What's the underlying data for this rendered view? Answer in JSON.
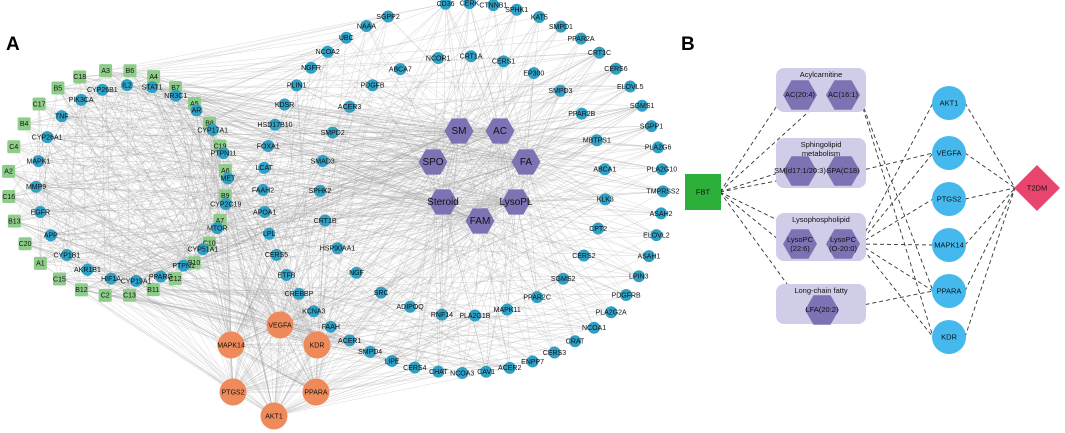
{
  "panel_a": {
    "label": "A",
    "left_cluster_genes": [
      "CYP26B1",
      "IL2",
      "STAT1",
      "NR3C1",
      "AR",
      "CYP17A1",
      "PTPN11",
      "MET",
      "CYP2C19",
      "MTOR",
      "CYP51A1",
      "PTPN1",
      "PPARG",
      "CYP19A1",
      "HIF1A",
      "AKR1B1",
      "CYP1B1",
      "APP",
      "EGFR",
      "MMP9",
      "MAPK1",
      "CYP26A1",
      "TNF",
      "PIK3CA"
    ],
    "metabolites": [
      "A3",
      "B6",
      "A4",
      "B7",
      "A5",
      "B8",
      "C19",
      "A6",
      "B9",
      "A7",
      "C10",
      "B10",
      "C12",
      "B11",
      "C13",
      "C2",
      "B12",
      "C15",
      "A1",
      "C20",
      "B13",
      "C16",
      "A2",
      "C4",
      "B4",
      "C17",
      "B5",
      "C18"
    ],
    "core_targets": [
      "VEGFA",
      "KDR",
      "PPARA",
      "AKT1",
      "PTGS2",
      "MAPK14"
    ],
    "outer_ring_genes": [
      "CD36",
      "CERK",
      "CTNNB1",
      "SPHK1",
      "KAT5",
      "SMPD1",
      "PPAR2A",
      "CRT1C",
      "CERS6",
      "ELOVL5",
      "SGMS1",
      "SGPP1",
      "PLA2G6",
      "PLA2G10",
      "TMPRSS2",
      "ASAH2",
      "ELOVL2",
      "ASAH1",
      "LPIN3",
      "PDGFRB",
      "PLA2G2A",
      "NCOA1",
      "CRAT",
      "CERS3",
      "ENPP7",
      "ACER2",
      "CAV1",
      "NCOA3",
      "CHAT",
      "CERS4",
      "LIPE",
      "SMPD4",
      "ACER1",
      "FAAH",
      "KCNA3",
      "CREBBP",
      "ETFB",
      "CERS5",
      "LPL",
      "APOA1",
      "FAAH2",
      "LCAT",
      "FOXA1",
      "HSD17B10",
      "KDSR",
      "PLIN1",
      "NGFR",
      "NCOA2",
      "UBC",
      "NAAA",
      "SGPP2"
    ],
    "inner_ring_genes": [
      "NCOR1",
      "CRT1A",
      "CERS1",
      "EP300",
      "SMPD3",
      "PPAR2B",
      "MBTPS1",
      "ABCA1",
      "KLK3",
      "CPT2",
      "CERS2",
      "SGMS2",
      "PPAR2C",
      "MAPK11",
      "PLA2G1B",
      "RNF14",
      "ADIPOQ",
      "SRC",
      "NGF",
      "HSP90AA1",
      "CRT1B",
      "SPHK2",
      "SMAD3",
      "SMPD2",
      "ACER3",
      "PDGFB",
      "ABCA7"
    ],
    "lipid_classes": [
      "SM",
      "AC",
      "FA",
      "LysoPL",
      "FAM",
      "Steroid",
      "SPO"
    ]
  },
  "panel_b": {
    "label": "B",
    "drug": "FBT",
    "disease": "T2DM",
    "groups": [
      {
        "title": "Acylcarnitine",
        "items": [
          "AC(20:4)",
          "AC(16:1)"
        ]
      },
      {
        "title": "Sphingolipid metabolism",
        "items": [
          "SM(d17:1/20:3)",
          "SPA(C18)"
        ]
      },
      {
        "title": "Lysophospholipid",
        "items": [
          "LysoPC (22:6)",
          "LysoPC (O-20:0)"
        ]
      },
      {
        "title": "Long-chain fatty acid",
        "items": [
          "LFA(20:2)"
        ]
      }
    ],
    "targets": [
      "AKT1",
      "VEGFA",
      "PTGS2",
      "MAPK14",
      "PPARA",
      "KDR"
    ]
  },
  "colors": {
    "gene": "#2f9fc4",
    "metabolite": "#8ecc8a",
    "core": "#ef8a5a",
    "lipid": "#7d72b3",
    "group_box": "#cfcde8",
    "target_b": "#45b8ee",
    "drug": "#2db03a",
    "disease": "#e8456e"
  }
}
